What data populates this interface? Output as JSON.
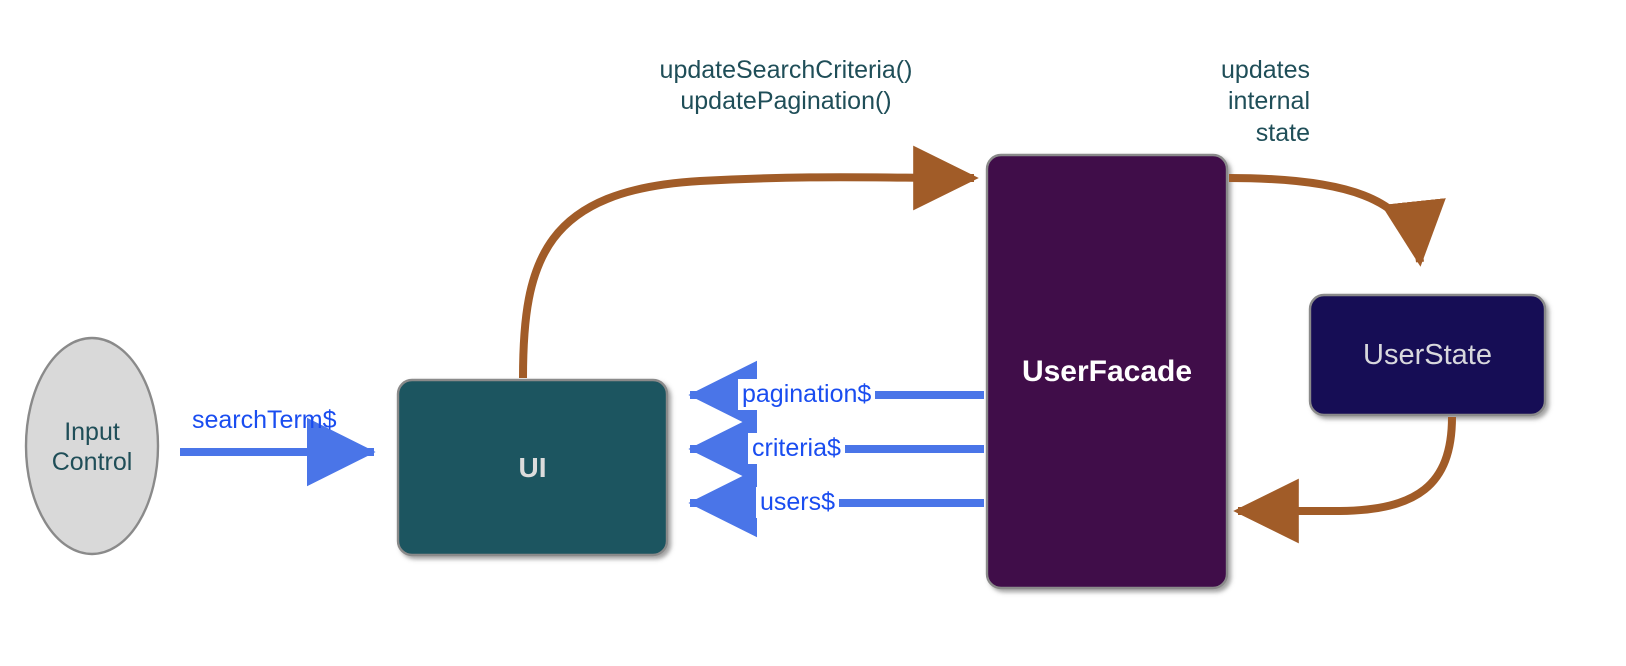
{
  "diagram": {
    "title": "UserFacade state flow diagram",
    "background": "#ffffff",
    "colors": {
      "teal_text": "#1f4e58",
      "blue_arrow": "#4a75e8",
      "blue_text": "#1a4df0",
      "brown_arrow": "#a15c28",
      "ui_fill": "#1f5460",
      "facade_fill": "#3f0a4a",
      "state_fill": "#190d55",
      "ellipse_fill": "#d9d9d9",
      "ellipse_stroke": "#8a8a8a",
      "node_stroke": "#8a8a8a"
    },
    "nodes": [
      {
        "id": "input-control",
        "label": "Input\nControl",
        "shape": "ellipse"
      },
      {
        "id": "ui",
        "label": "UI",
        "shape": "rounded-rect"
      },
      {
        "id": "user-facade",
        "label": "UserFacade",
        "shape": "rounded-rect"
      },
      {
        "id": "user-state",
        "label": "UserState",
        "shape": "rounded-rect"
      }
    ],
    "edges": [
      {
        "id": "search-term",
        "label": "searchTerm$",
        "from": "input-control",
        "to": "ui",
        "style": "blue-straight-right"
      },
      {
        "id": "update-calls",
        "label": "updateSearchCriteria()\nupdatePagination()",
        "from": "ui",
        "to": "user-facade",
        "style": "brown-curve-right"
      },
      {
        "id": "updates-internal-state",
        "label": "updates\ninternal\nstate",
        "from": "user-facade",
        "to": "user-state",
        "style": "brown-curve-down"
      },
      {
        "id": "state-return",
        "label": "",
        "from": "user-state",
        "to": "user-facade",
        "style": "brown-curve-left"
      },
      {
        "id": "pagination",
        "label": "pagination$",
        "from": "user-facade",
        "to": "ui",
        "style": "blue-straight-left"
      },
      {
        "id": "criteria",
        "label": "criteria$",
        "from": "user-facade",
        "to": "ui",
        "style": "blue-straight-left"
      },
      {
        "id": "users",
        "label": "users$",
        "from": "user-facade",
        "to": "ui",
        "style": "blue-straight-left"
      }
    ]
  }
}
